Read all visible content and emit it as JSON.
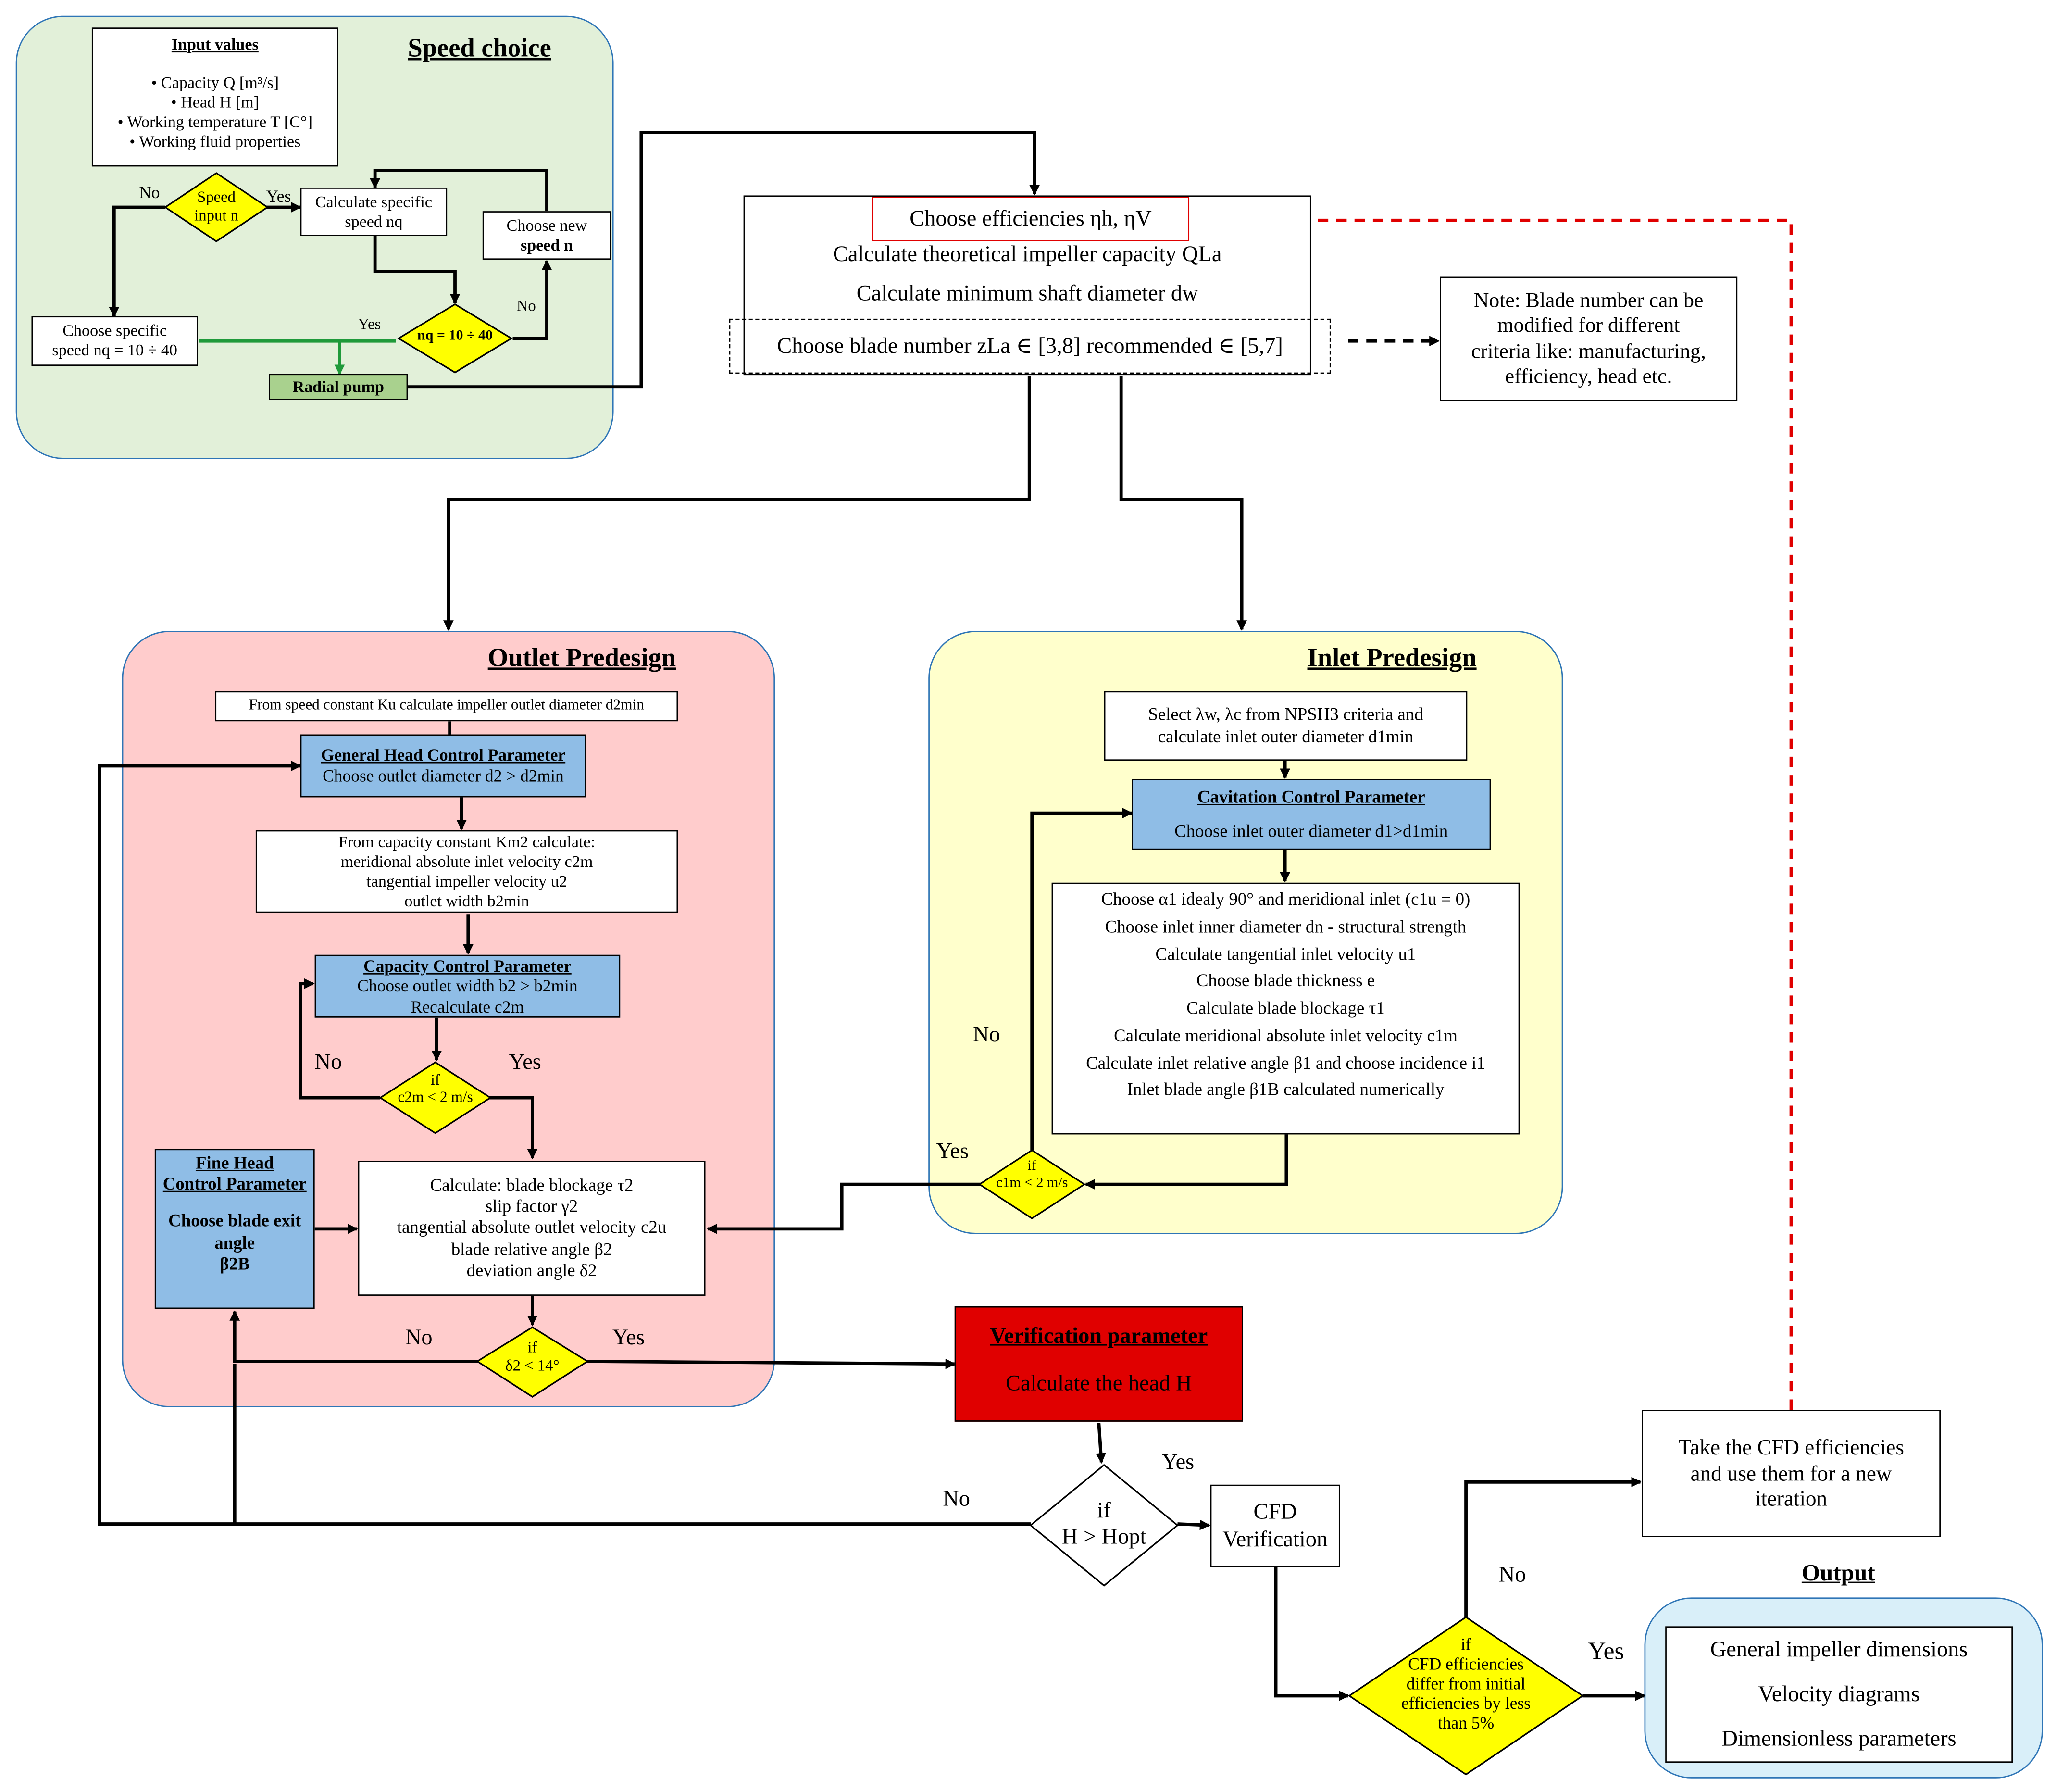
{
  "sections": {
    "speed": "Speed choice",
    "outlet": "Outlet Predesign",
    "inlet": "Inlet Predesign",
    "output": "Output"
  },
  "input_values": {
    "title": "Input values",
    "items": [
      "• Capacity Q [m³/s]",
      "• Head H [m]",
      "• Working temperature T [C°]",
      "• Working fluid properties"
    ]
  },
  "speed_choice": {
    "speed_input": [
      "Speed",
      "input n"
    ],
    "calc_specific": [
      "Calculate specific",
      "speed nq"
    ],
    "choose_new": [
      "Choose new",
      "speed n"
    ],
    "choose_specific": [
      "Choose specific",
      "speed nq = 10 ÷ 40"
    ],
    "nq_cond": "nq = 10 ÷ 40",
    "radial": "Radial pump"
  },
  "main_box": {
    "eff": "Choose efficiencies ηh, ηV",
    "capacity": "Calculate theoretical impeller capacity QLa",
    "shaft": "Calculate minimum shaft diameter dw",
    "blade": "Choose blade number zLa ∈ [3,8] recommended ∈ [5,7]"
  },
  "note": [
    "Note: Blade number can be",
    "modified for different",
    "criteria like: manufacturing,",
    "efficiency, head etc."
  ],
  "outlet": {
    "speed_const": "From speed constant Ku calculate impeller outlet diameter d2min",
    "general_head": [
      "General Head Control Parameter",
      "Choose outlet diameter d2 > d2min"
    ],
    "capacity_calc": [
      "From capacity constant Km2 calculate:",
      "meridional absolute inlet velocity c2m",
      "tangential impeller velocity u2",
      "outlet width b2min"
    ],
    "capacity_ctrl": [
      "Capacity Control Parameter",
      "Choose outlet width b2 > b2min",
      "Recalculate c2m"
    ],
    "c2m_cond": [
      "if",
      "c2m < 2 m/s"
    ],
    "fine_head": [
      "Fine Head",
      "Control Parameter",
      "Choose blade exit",
      "angle",
      "β2B"
    ],
    "calc_block": [
      "Calculate: blade blockage τ2",
      "slip factor γ2",
      "tangential absolute outlet velocity c2u",
      "blade relative angle β2",
      "deviation angle δ2"
    ],
    "delta_cond": [
      "if",
      "δ2 < 14°"
    ]
  },
  "inlet": {
    "select": [
      "Select λw, λc from NPSH3 criteria and",
      "calculate inlet outer diameter d1min"
    ],
    "cavitation": [
      "Cavitation Control Parameter",
      "Choose inlet outer diameter d1>d1min"
    ],
    "steps": [
      "Choose α1 idealy 90° and meridional inlet (c1u = 0)",
      "Choose inlet inner diameter dn - structural strength",
      "Calculate tangential inlet velocity u1",
      "Choose blade thickness e",
      "Calculate blade blockage τ1",
      "Calculate meridional absolute inlet velocity c1m",
      "Calculate inlet relative angle β1 and choose incidence i1",
      "Inlet blade angle β1B calculated numerically"
    ],
    "c1m_cond": [
      "if",
      "c1m < 2 m/s"
    ]
  },
  "verification": [
    "Verification parameter",
    "Calculate the head H"
  ],
  "h_cond": [
    "if",
    "H > Hopt"
  ],
  "cfd": [
    "CFD",
    "Verification"
  ],
  "take_cfd": [
    "Take the CFD efficiencies",
    "and use them for a new",
    "iteration"
  ],
  "cfd_cond": [
    "if",
    "CFD efficiencies",
    "differ from initial",
    "efficiencies by less",
    "than 5%"
  ],
  "output_items": [
    "General impeller dimensions",
    "Velocity diagrams",
    "Dimensionless parameters"
  ],
  "labels": {
    "yes": "Yes",
    "no": "No"
  }
}
